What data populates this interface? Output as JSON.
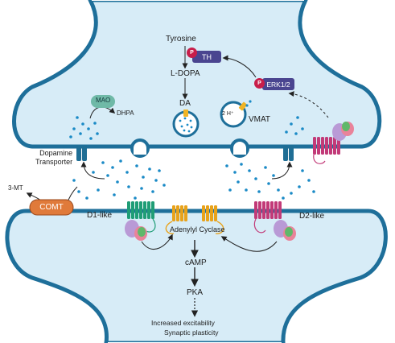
{
  "pre": {
    "tyrosine": "Tyrosine",
    "th": "TH",
    "ldopa": "L-DOPA",
    "da": "DA",
    "erk": "ERK1/2",
    "p": "P",
    "vmat": "VMAT",
    "proton": "2 H⁺",
    "mao": "MAO",
    "dhpa": "DHPA",
    "transporter": "Dopamine\nTransporter"
  },
  "post": {
    "comt": "COMT",
    "mt": "3-MT",
    "d1": "D1-like",
    "d2": "D2-like",
    "ac": "Adenylyl Cyclase",
    "camp": "cAMP",
    "pka": "PKA",
    "effect1": "Increased excitability",
    "effect2": "Synaptic plasticity"
  },
  "colors": {
    "membrane": "#1e6f9a",
    "cytoplasm": "#d7ecf7",
    "dopamine": "#1a8ac6",
    "th_pill": "#4a4590",
    "comt": "#e07a3a",
    "d1_receptor": "#1f9d76",
    "d2_receptor": "#c23a78",
    "adenylyl_cyclase": "#e8a21a",
    "vmat": "#f1b424",
    "dat": "#1f6e95",
    "g_protein_lilac": "#b99ad6",
    "g_protein_pink": "#e9839a",
    "g_protein_green": "#5fb86a"
  }
}
